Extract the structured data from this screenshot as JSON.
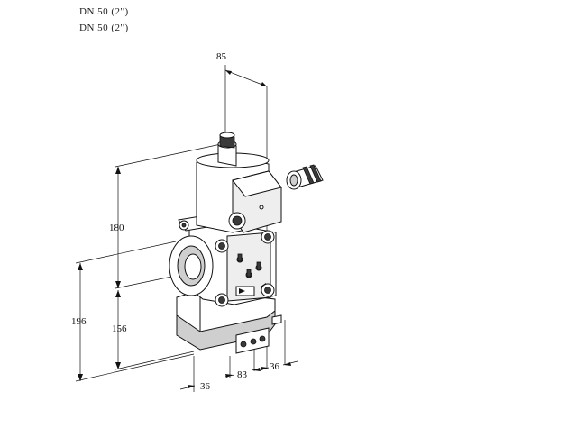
{
  "header": {
    "line1": "DN 50 (2'')",
    "line2": "DN 50 (2'')"
  },
  "dimensions": {
    "top_width": "85",
    "upper_height": "180",
    "total_height": "196",
    "lower_height": "156",
    "bottom_left": "36",
    "bottom_middle": "83",
    "bottom_right": "36"
  }
}
